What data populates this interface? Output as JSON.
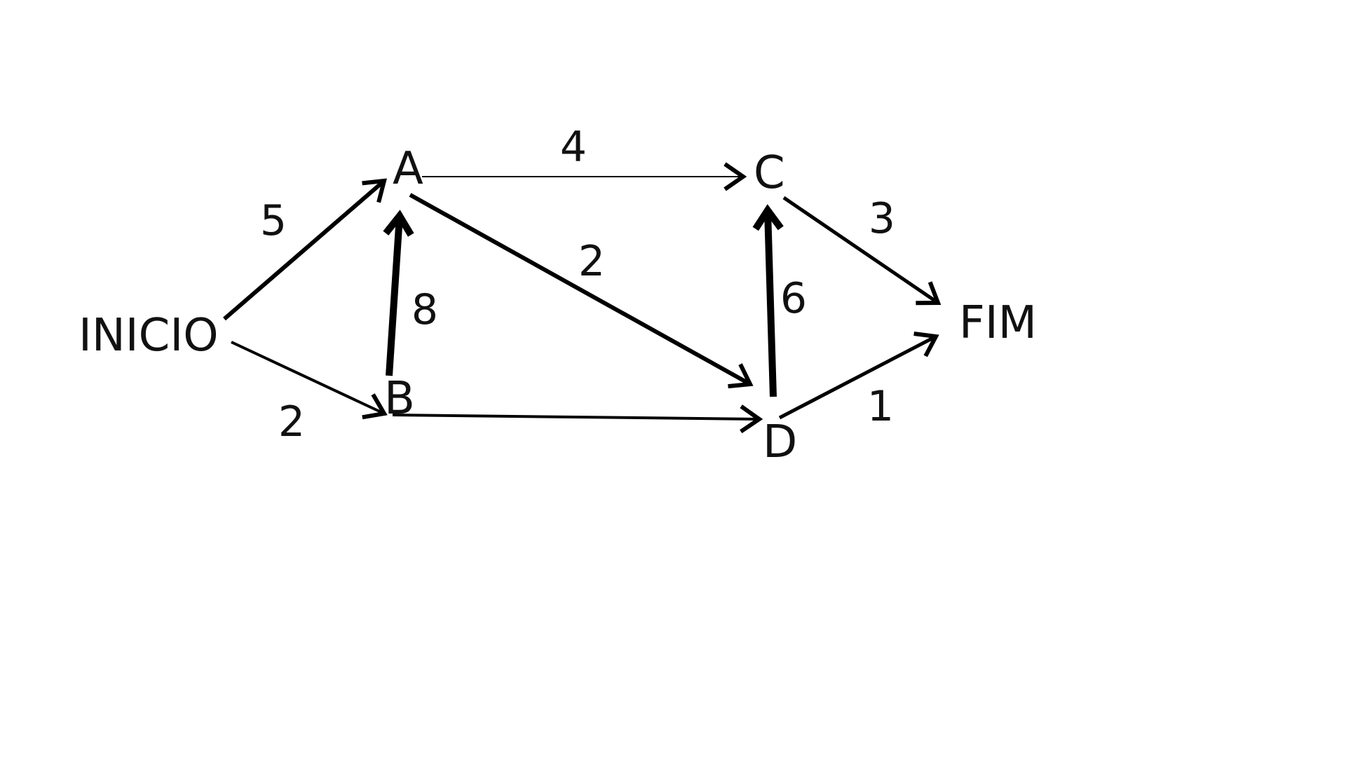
{
  "diagram": {
    "nodes": [
      {
        "id": "INICIO",
        "label": "INICIO"
      },
      {
        "id": "A",
        "label": "A"
      },
      {
        "id": "B",
        "label": "B"
      },
      {
        "id": "C",
        "label": "C"
      },
      {
        "id": "D",
        "label": "D"
      },
      {
        "id": "FIM",
        "label": "FIM"
      }
    ],
    "edges": [
      {
        "from": "INICIO",
        "to": "A",
        "label": "5"
      },
      {
        "from": "INICIO",
        "to": "B",
        "label": "2"
      },
      {
        "from": "B",
        "to": "A",
        "label": "8"
      },
      {
        "from": "A",
        "to": "C",
        "label": "4"
      },
      {
        "from": "A",
        "to": "D",
        "label": "2"
      },
      {
        "from": "B",
        "to": "D",
        "label": ""
      },
      {
        "from": "D",
        "to": "C",
        "label": "6"
      },
      {
        "from": "C",
        "to": "FIM",
        "label": "3"
      },
      {
        "from": "D",
        "to": "FIM",
        "label": "1"
      }
    ],
    "colors": {
      "background": "#ffffff",
      "stroke": "#000000",
      "text": "#111111"
    }
  }
}
